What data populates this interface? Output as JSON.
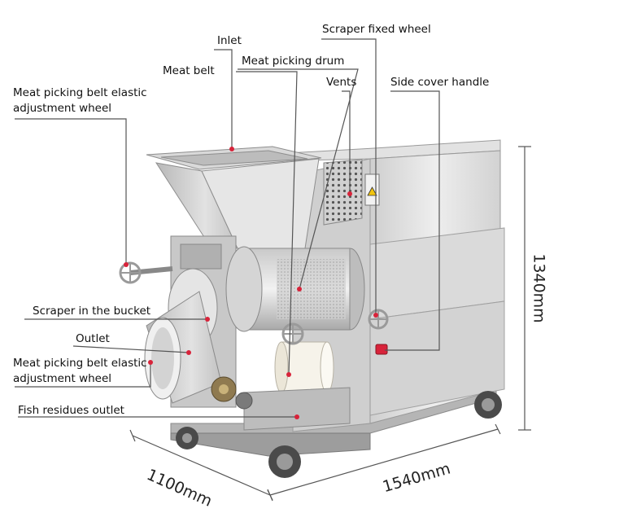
{
  "labels": {
    "inlet": "Inlet",
    "meat_belt": "Meat belt",
    "meat_picking_drum": "Meat picking drum",
    "scraper_fixed_wheel": "Scraper fixed wheel",
    "vents": "Vents",
    "side_cover_handle": "Side cover handle",
    "elastic_wheel_top_line1": "Meat picking belt elastic",
    "elastic_wheel_top_line2": "adjustment wheel",
    "scraper_in_bucket": "Scraper in the bucket",
    "outlet": "Outlet",
    "elastic_wheel_bottom_line1": "Meat picking belt elastic",
    "elastic_wheel_bottom_line2": "adjustment wheel",
    "fish_residues_outlet": "Fish residues outlet"
  },
  "dimensions": {
    "height": "1340mm",
    "depth": "1100mm",
    "width": "1540mm"
  },
  "colors": {
    "marker": "#d8233a",
    "steel_light": "#e8e8e8",
    "steel_mid": "#c6c6c6",
    "steel_dark": "#8f8f8f",
    "leader": "#555555"
  }
}
